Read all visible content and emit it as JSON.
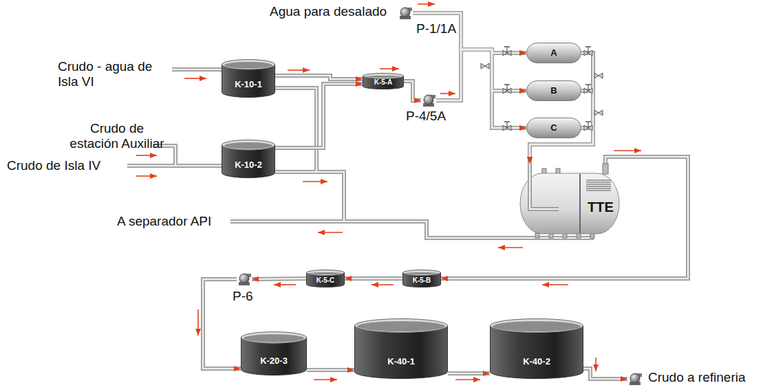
{
  "diagram": {
    "nodes": [
      {
        "text": [
          "K-10-1"
        ]
      },
      {
        "text": [
          "K-10-2"
        ]
      },
      {
        "text": [
          "K-5-A"
        ]
      },
      {
        "text": [
          "P-1/1A"
        ]
      },
      {
        "text": [
          "P-4/5A"
        ]
      },
      {
        "text": [
          "A"
        ]
      },
      {
        "text": [
          "B"
        ]
      },
      {
        "text": [
          "C"
        ]
      },
      {
        "text": [
          "TTE"
        ]
      },
      {
        "text": [
          "K-5-B"
        ]
      },
      {
        "text": [
          "K-5-C"
        ]
      },
      {
        "text": [
          "P-6"
        ]
      },
      {
        "text": [
          "K-20-3"
        ]
      },
      {
        "text": [
          "K-40-1"
        ]
      },
      {
        "text": [
          "K-40-2"
        ]
      },
      {
        "text": [
          "Crudo a refineria"
        ]
      }
    ],
    "edges": [
      {
        "from": 0,
        "to": 2,
        "arrow": "to"
      },
      {
        "from": 1,
        "to": 2,
        "arrow": "to"
      },
      {
        "from": 2,
        "to": 4,
        "arrow": "to"
      },
      {
        "from": 4,
        "to": 5,
        "arrow": "to"
      },
      {
        "from": 4,
        "to": 6,
        "arrow": "to"
      },
      {
        "from": 4,
        "to": 7,
        "arrow": "to"
      },
      {
        "from": 3,
        "to": 5,
        "arrow": "to"
      },
      {
        "from": 3,
        "to": 6,
        "arrow": "to"
      },
      {
        "from": 3,
        "to": 7,
        "arrow": "to"
      },
      {
        "from": 5,
        "to": 8,
        "arrow": "to"
      },
      {
        "from": 6,
        "to": 8,
        "arrow": "to"
      },
      {
        "from": 7,
        "to": 8,
        "arrow": "to"
      },
      {
        "from": 8,
        "to": 9,
        "arrow": "to"
      },
      {
        "from": 9,
        "to": 10,
        "arrow": "to"
      },
      {
        "from": 10,
        "to": 11,
        "arrow": "to"
      },
      {
        "from": 11,
        "to": 12,
        "arrow": "to"
      },
      {
        "from": 12,
        "to": 13,
        "arrow": "to"
      },
      {
        "from": 13,
        "to": 14,
        "arrow": "to"
      },
      {
        "from": 14,
        "to": 15,
        "arrow": "to"
      }
    ],
    "labels": [
      "Agua para desalado",
      "Crudo - agua de Isla VI",
      "Crudo de estación Auxiliar",
      "Crudo de Isla IV",
      "A separador API"
    ]
  }
}
